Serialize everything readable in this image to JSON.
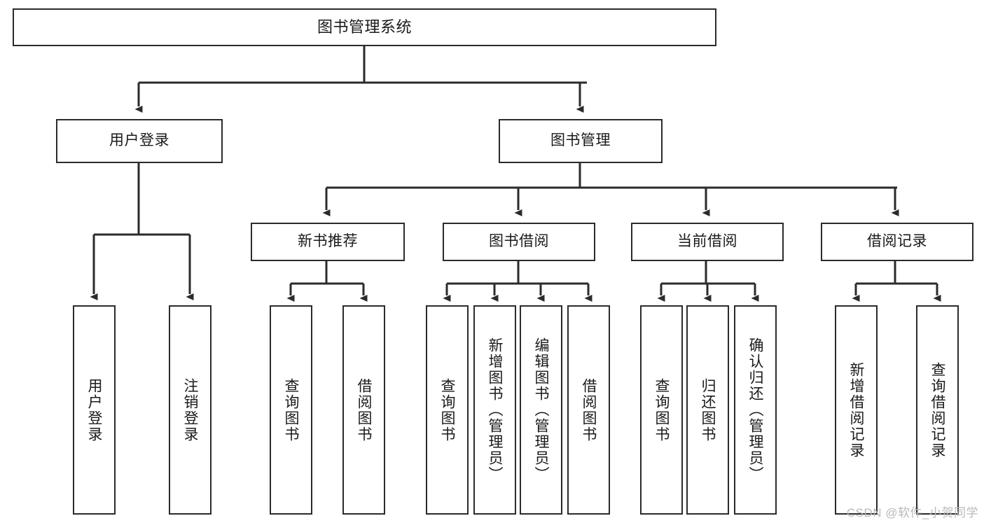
{
  "diagram": {
    "title": "图书管理系统",
    "type": "功能结构图",
    "colors": {
      "background": "#ffffff",
      "box_border": "#2b2b2b",
      "box_fill": "#ffffff",
      "connector": "#2b2b2b",
      "text": "#1a1a1a",
      "watermark": "#b9b9b9"
    },
    "watermark": "CSDN @软件_小贺同学"
  },
  "nodes": {
    "root": {
      "label": "图书管理系统",
      "level": 1
    },
    "level2": [
      {
        "id": "user-login",
        "label": "用户登录"
      },
      {
        "id": "book-manage",
        "label": "图书管理"
      }
    ],
    "level3": [
      {
        "id": "new-book-recommend",
        "label": "新书推荐"
      },
      {
        "id": "book-borrow",
        "label": "图书借阅"
      },
      {
        "id": "current-borrow",
        "label": "当前借阅"
      },
      {
        "id": "borrow-record",
        "label": "借阅记录"
      }
    ],
    "leaves": {
      "user-login": [
        {
          "id": "leaf-user-login",
          "label": "用户登录"
        },
        {
          "id": "leaf-logout",
          "label": "注销登录"
        }
      ],
      "new-book-recommend": [
        {
          "id": "leaf-query-book-1",
          "label": "查询图书"
        },
        {
          "id": "leaf-borrow-book-1",
          "label": "借阅图书"
        }
      ],
      "book-borrow": [
        {
          "id": "leaf-query-book-2",
          "label": "查询图书"
        },
        {
          "id": "leaf-add-book",
          "label": "新增图书（管理员）"
        },
        {
          "id": "leaf-edit-book",
          "label": "编辑图书（管理员）"
        },
        {
          "id": "leaf-borrow-book-2",
          "label": "借阅图书"
        }
      ],
      "current-borrow": [
        {
          "id": "leaf-query-book-3",
          "label": "查询图书"
        },
        {
          "id": "leaf-return-book",
          "label": "归还图书"
        },
        {
          "id": "leaf-confirm-return",
          "label": "确认归还（管理员）"
        }
      ],
      "borrow-record": [
        {
          "id": "leaf-add-record",
          "label": "新增借阅记录"
        },
        {
          "id": "leaf-query-record",
          "label": "查询借阅记录"
        }
      ]
    }
  }
}
